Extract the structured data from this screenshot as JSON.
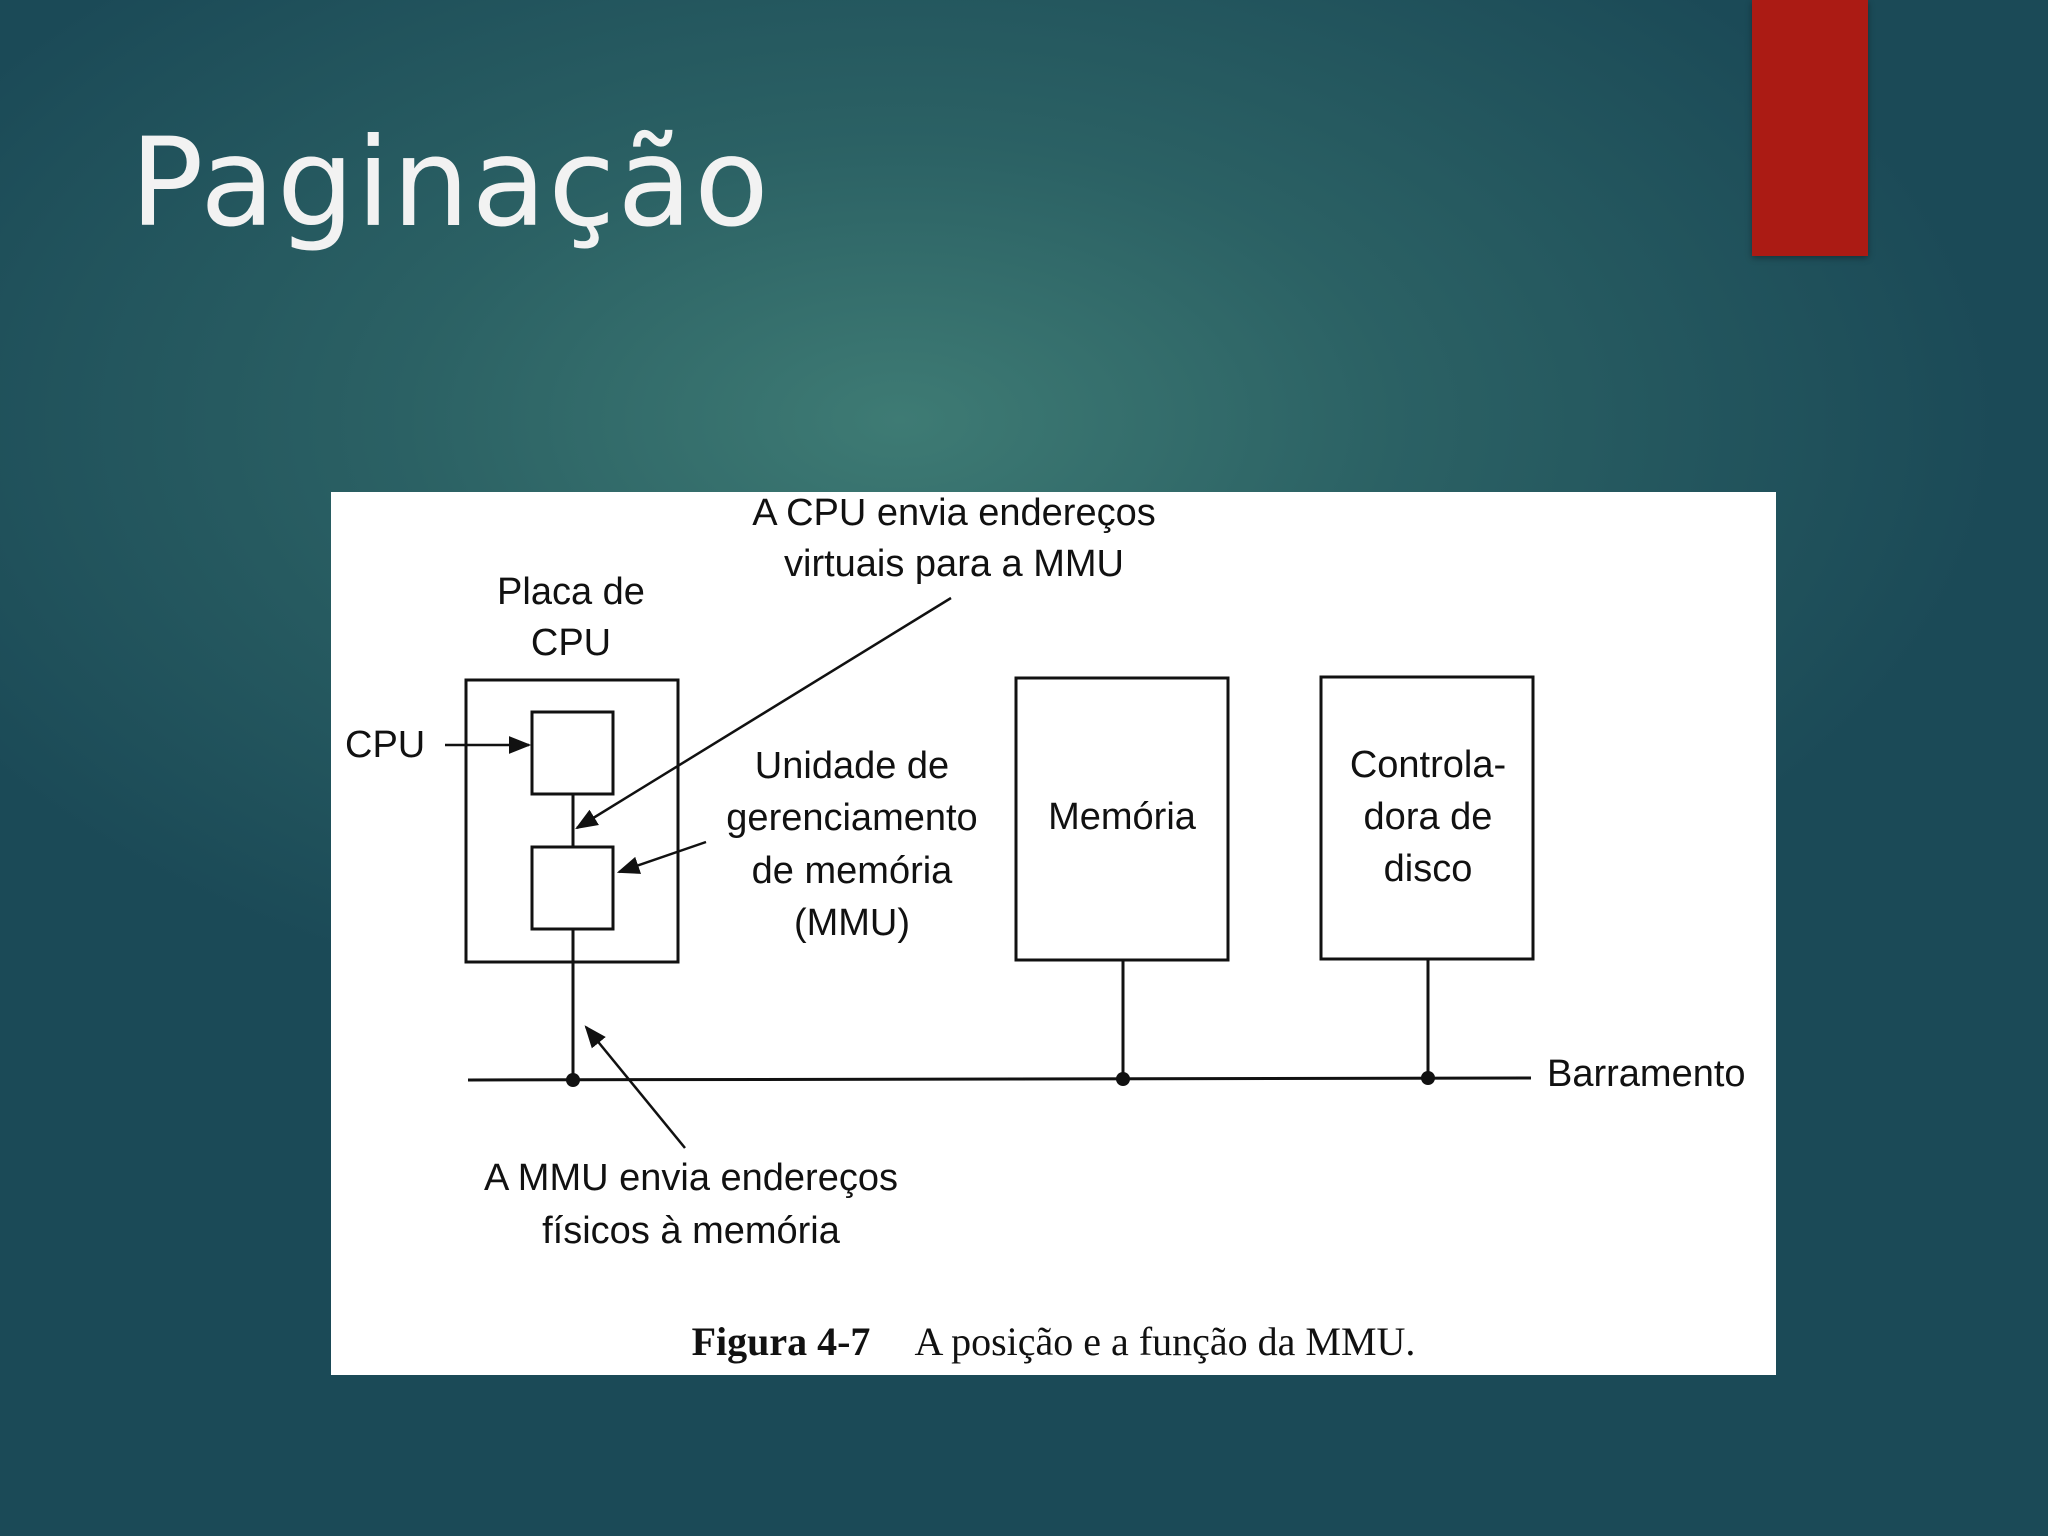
{
  "slide": {
    "title": "Paginação"
  },
  "diagram": {
    "labels": {
      "cpu_sends_line1": "A CPU envia endereços",
      "cpu_sends_line2": "virtuais para a MMU",
      "cpu_board_line1": "Placa de",
      "cpu_board_line2": "CPU",
      "cpu": "CPU",
      "mmu_line1": "Unidade de",
      "mmu_line2": "gerenciamento",
      "mmu_line3": "de memória",
      "mmu_line4": "(MMU)",
      "memory": "Memória",
      "disk_line1": "Controla-",
      "disk_line2": "dora de",
      "disk_line3": "disco",
      "bus": "Barramento",
      "mmu_sends_line1": "A MMU envia endereços",
      "mmu_sends_line2": "físicos à memória"
    },
    "caption": {
      "number": "Figura 4-7",
      "text": "A posição e a função da MMU."
    }
  },
  "colors": {
    "accent": "#ab1b14",
    "title_text": "#f2f2f2",
    "background_center": "#3e7b74",
    "background_edge": "#1b4a57"
  }
}
